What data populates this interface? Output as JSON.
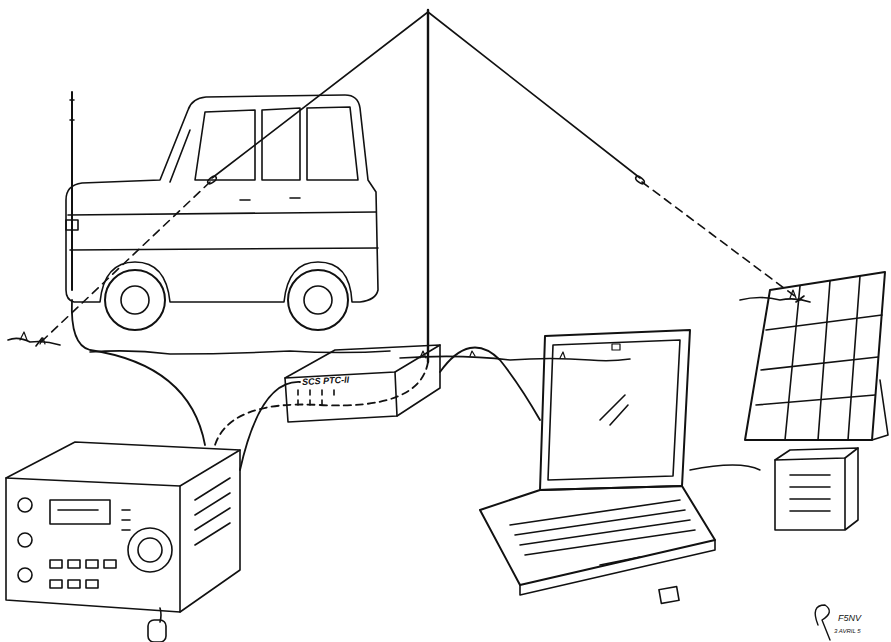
{
  "diagram": {
    "labels": [
      "SCS PTC-II",
      "F5NV",
      "3 AVRIL 5"
    ]
  }
}
